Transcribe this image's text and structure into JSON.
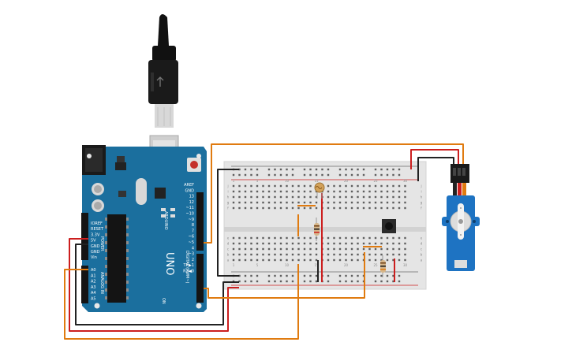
{
  "board": {
    "name": "UNO",
    "brand": "ARDUINO",
    "power_label": "POWER",
    "analog_label": "ANALOG IN",
    "digital_label": "DIGITAL (PWM~)",
    "power_pins": [
      "IOREF",
      "RESET",
      "3.3V",
      "5V",
      "GND",
      "GND",
      "Vin"
    ],
    "analog_pins": [
      "A0",
      "A1",
      "A2",
      "A3",
      "A4",
      "A5"
    ],
    "digital_pins": [
      "AREF",
      "GND",
      "13",
      "12",
      "~11",
      "~10",
      "~9",
      "8",
      "7",
      "~6",
      "~5",
      "4",
      "~3",
      "2",
      "TX▶1",
      "RX◀0"
    ],
    "tx_label": "TX",
    "rx_label": "RX",
    "on_label": "ON"
  },
  "breadboard": {
    "row_letters_top": [
      "j",
      "i",
      "h",
      "g",
      "f"
    ],
    "row_letters_bottom": [
      "e",
      "d",
      "c",
      "b",
      "a"
    ],
    "column_numbers": [
      "1",
      "5",
      "10",
      "15",
      "20",
      "25",
      "30"
    ]
  },
  "colors": {
    "board": "#1b6f9e",
    "wire_orange": "#e07b10",
    "wire_red": "#cc1e1e",
    "wire_black": "#222222",
    "servo": "#1e73c2"
  },
  "components": {
    "usb_cable": "usb-cable",
    "photoresistor": "photoresistor",
    "resistor_1": "resistor",
    "resistor_2": "resistor",
    "pushbutton": "pushbutton",
    "servo": "servo-motor"
  }
}
